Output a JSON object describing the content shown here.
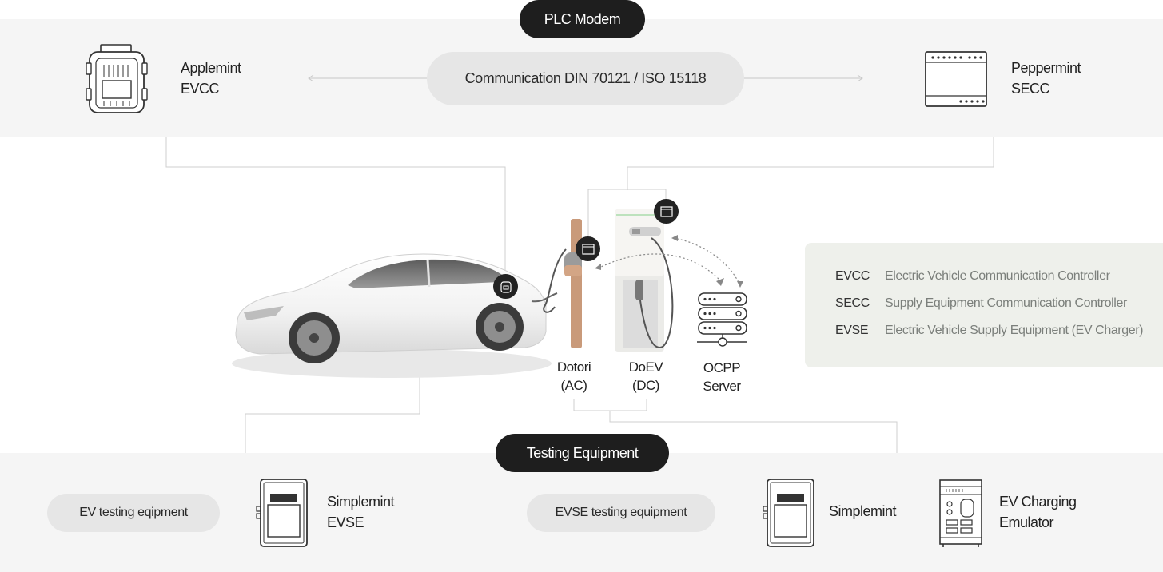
{
  "top": {
    "badge": "PLC Modem",
    "left_device": {
      "line1": "Applemint",
      "line2": "EVCC"
    },
    "center": "Communication DIN 70121 / ISO 15118",
    "right_device": {
      "line1": "Peppermint",
      "line2": "SECC"
    }
  },
  "middle": {
    "dotori": {
      "line1": "Dotori",
      "line2": "(AC)"
    },
    "doev": {
      "line1": "DoEV",
      "line2": "(DC)"
    },
    "ocpp": {
      "line1": "OCPP",
      "line2": "Server"
    }
  },
  "legend": [
    {
      "key": "EVCC",
      "value": "Electric Vehicle Communication Controller"
    },
    {
      "key": "SECC",
      "value": "Supply Equipment Communication Controller"
    },
    {
      "key": "EVSE",
      "value": "Electric Vehicle Supply Equipment (EV Charger)"
    }
  ],
  "bottom": {
    "badge": "Testing Equipment",
    "ev_testing": "EV testing eqipment",
    "simplemint_evse": {
      "line1": "Simplemint",
      "line2": "EVSE"
    },
    "evse_testing": "EVSE testing equipment",
    "simplemint": "Simplemint",
    "emulator": {
      "line1": "EV Charging",
      "line2": "Emulator"
    }
  },
  "colors": {
    "dark_pill": "#1e1e1e",
    "band": "#f5f5f5",
    "legend_bg": "#eef0eb",
    "light_pill": "#e6e6e6"
  }
}
